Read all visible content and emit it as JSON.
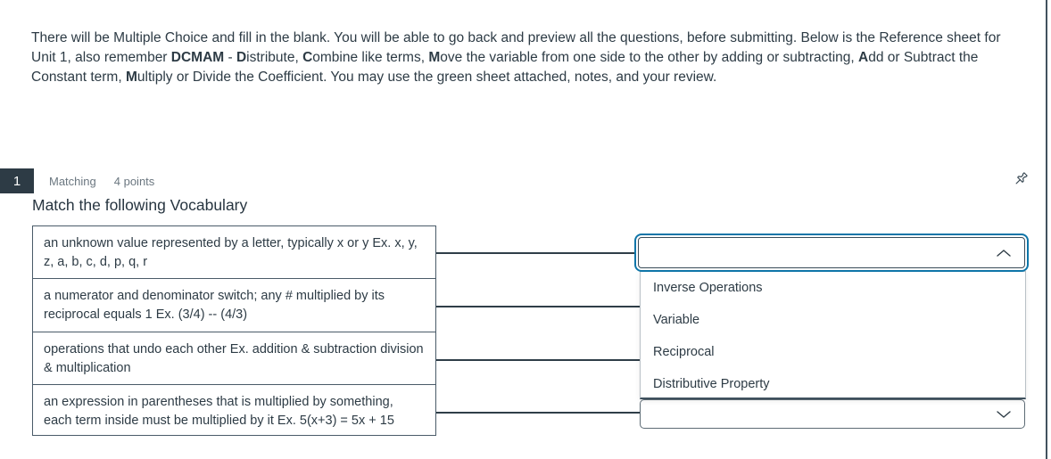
{
  "instructions": {
    "segments": [
      {
        "text": "There will be Multiple Choice and fill in the blank.  You will be able to go back and preview all the questions, before submitting. Below is the Reference sheet for Unit 1, also remember ",
        "bold": false
      },
      {
        "text": "DCMAM",
        "bold": true
      },
      {
        "text": " - ",
        "bold": false
      },
      {
        "text": "D",
        "bold": true
      },
      {
        "text": "istribute, ",
        "bold": false
      },
      {
        "text": "C",
        "bold": true
      },
      {
        "text": "ombine like terms, ",
        "bold": false
      },
      {
        "text": "M",
        "bold": true
      },
      {
        "text": "ove the variable from one side to the other by adding or subtracting, ",
        "bold": false
      },
      {
        "text": "A",
        "bold": true
      },
      {
        "text": "dd or Subtract the Constant term, ",
        "bold": false
      },
      {
        "text": "M",
        "bold": true
      },
      {
        "text": "ultiply or Divide the Coefficient. You may use the green sheet attached, notes, and your review.",
        "bold": false
      }
    ]
  },
  "question": {
    "number": "1",
    "type_label": "Matching",
    "points_label": "4 points",
    "title": "Match the following Vocabulary"
  },
  "matching": {
    "prompts": [
      "an unknown value represented by a letter, typically x or y Ex. x, y, z, a, b, c, d, p, q, r",
      "a numerator and denominator switch; any # multiplied by its reciprocal equals 1 Ex. (3/4) -- (4/3)",
      "operations that undo each other Ex. addition & subtraction division & multiplication",
      "an expression in parentheses that is multiplied by something, each term inside must be multiplied by it Ex. 5(x+3) = 5x + 15"
    ],
    "open_dropdown": {
      "value": "",
      "options": [
        "Inverse Operations",
        "Variable",
        "Reciprocal",
        "Distributive Property"
      ]
    },
    "collapsed_dropdown": {
      "value": ""
    }
  },
  "colors": {
    "ink": "#2D3B45",
    "muted_gray": "#6B7780",
    "focus_blue": "#0E75A8",
    "box_border": "#4A5B68"
  }
}
